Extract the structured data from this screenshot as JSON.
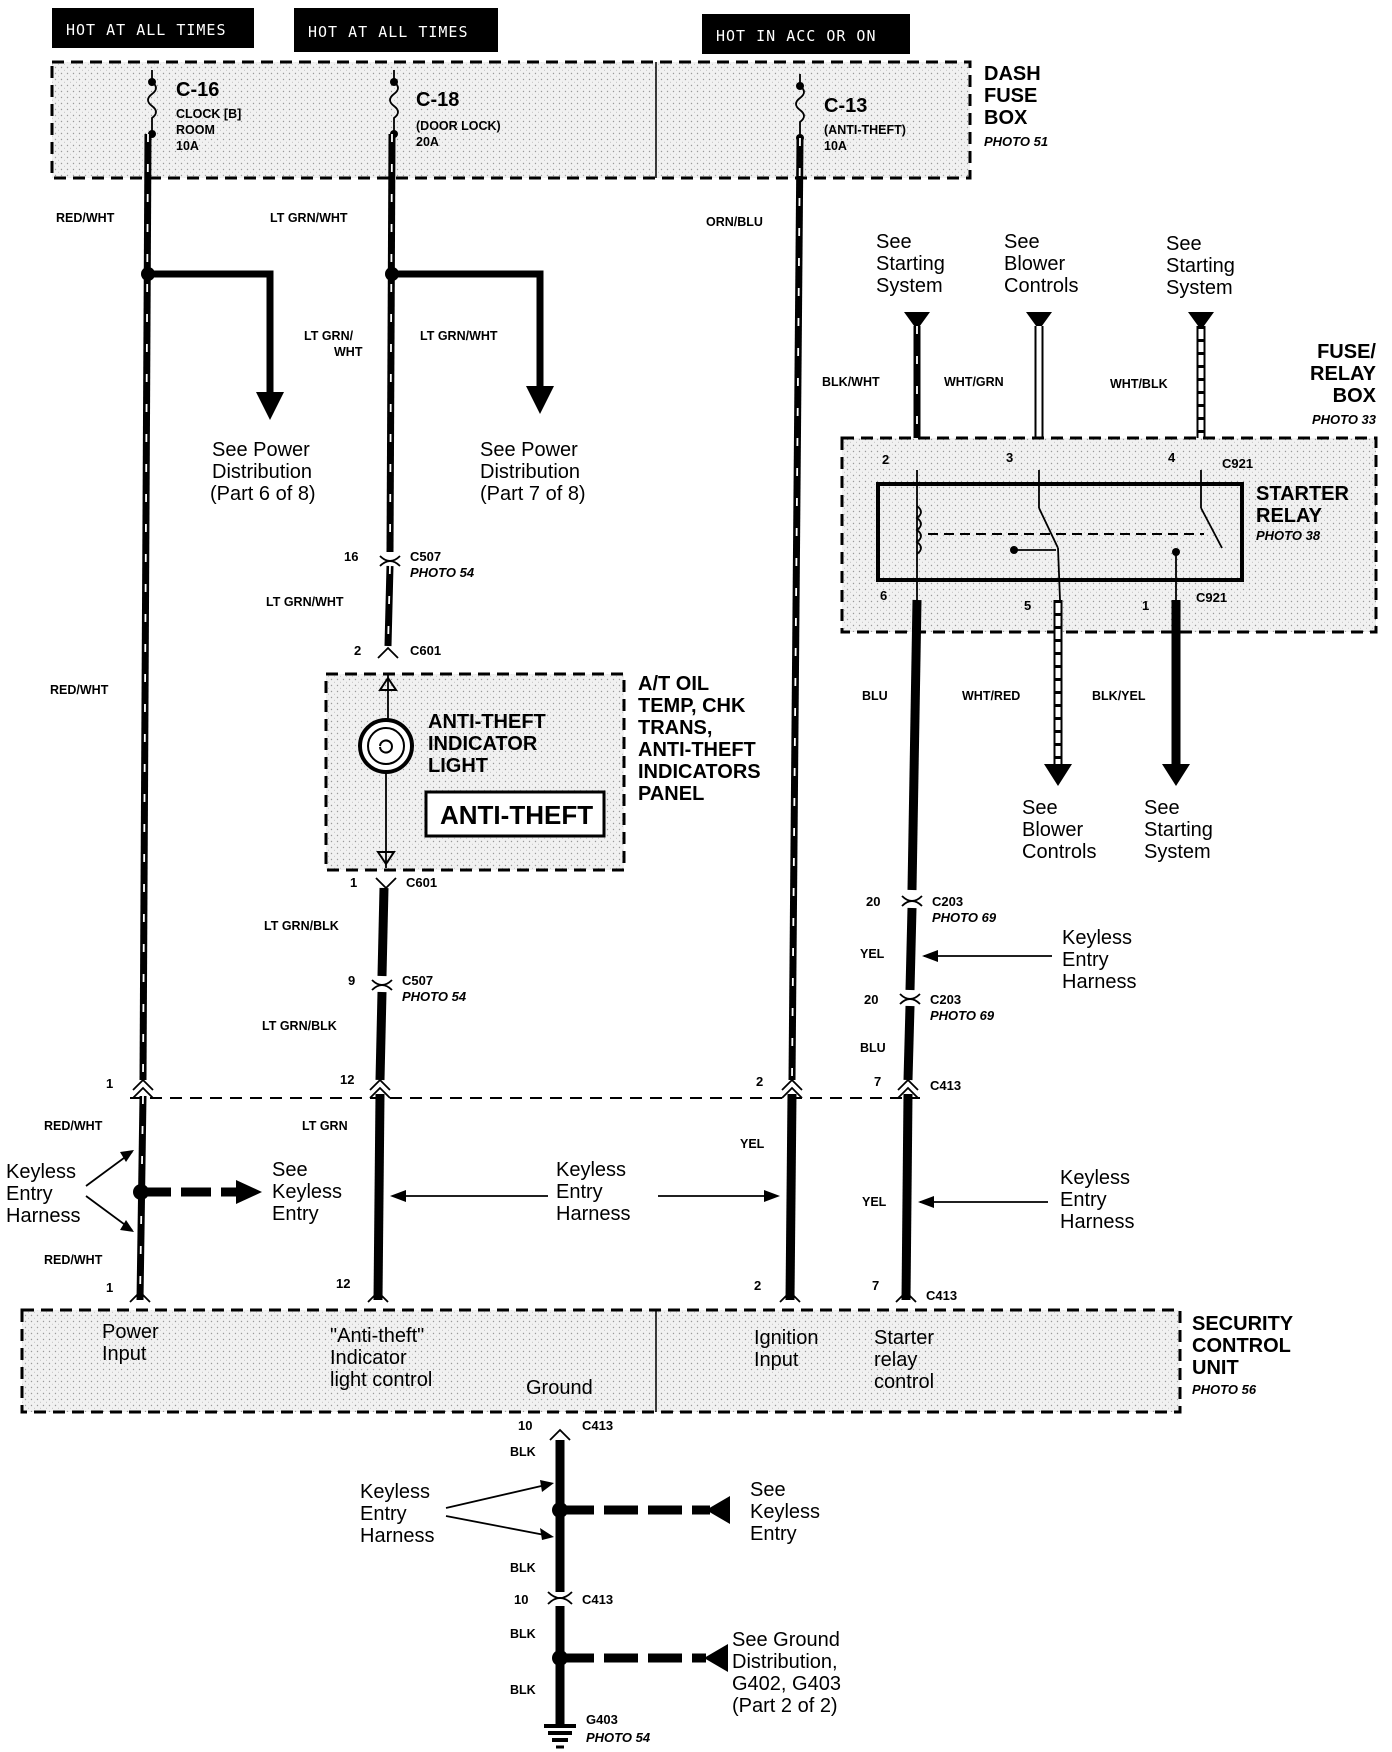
{
  "headers": {
    "h1": "HOT AT ALL TIMES",
    "h2": "HOT AT ALL TIMES",
    "h3": "HOT IN ACC OR ON"
  },
  "dash_fuse_box": {
    "title_l1": "DASH",
    "title_l2": "FUSE",
    "title_l3": "BOX",
    "photo": "PHOTO 51",
    "fuse1": {
      "id": "C-16",
      "l1": "CLOCK [B]",
      "l2": "ROOM",
      "l3": "10A"
    },
    "fuse2": {
      "id": "C-18",
      "l1": "(DOOR LOCK)",
      "l2": "20A"
    },
    "fuse3": {
      "id": "C-13",
      "l1": "(ANTI-THEFT)",
      "l2": "10A"
    }
  },
  "wires": {
    "red_wht": "RED/WHT",
    "lt_grn_wht": "LT GRN/WHT",
    "lt_grn_slash": "LT GRN/",
    "wht": "WHT",
    "orn_blu": "ORN/BLU",
    "blk_wht": "BLK/WHT",
    "wht_grn": "WHT/GRN",
    "wht_blk": "WHT/BLK",
    "blu": "BLU",
    "wht_red": "WHT/RED",
    "blk_yel": "BLK/YEL",
    "lt_grn_blk": "LT GRN/BLK",
    "yel": "YEL",
    "lt_grn": "LT GRN",
    "blk": "BLK"
  },
  "refs": {
    "see": "See",
    "starting": "Starting",
    "system": "System",
    "blower": "Blower",
    "controls": "Controls",
    "see_power": "See Power",
    "distribution": "Distribution",
    "part6": "(Part 6 of 8)",
    "part7": "(Part 7 of 8)",
    "keyless": "Keyless",
    "entry": "Entry",
    "harness": "Harness",
    "see_ground": "See Ground",
    "ground_dist": "Distribution,",
    "g402": "G402, G403",
    "part2": "(Part 2 of 2)"
  },
  "fuse_relay_box": {
    "l1": "FUSE/",
    "l2": "RELAY",
    "l3": "BOX",
    "photo": "PHOTO 33"
  },
  "starter_relay": {
    "l1": "STARTER",
    "l2": "RELAY",
    "photo": "PHOTO 38"
  },
  "indicator": {
    "l1": "ANTI-THEFT",
    "l2": "INDICATOR",
    "l3": "LIGHT",
    "badge": "ANTI-THEFT",
    "panel_l1": "A/T OIL",
    "panel_l2": "TEMP, CHK",
    "panel_l3": "TRANS,",
    "panel_l4": "ANTI-THEFT",
    "panel_l5": "INDICATORS",
    "panel_l6": "PANEL"
  },
  "connectors": {
    "c507": "C507",
    "c601": "C601",
    "c921": "C921",
    "c203": "C203",
    "c413": "C413",
    "g403": "G403",
    "photo54": "PHOTO 54",
    "photo69": "PHOTO 69"
  },
  "pins": {
    "p1": "1",
    "p2": "2",
    "p3": "3",
    "p4": "4",
    "p5": "5",
    "p6": "6",
    "p7": "7",
    "p9": "9",
    "p10": "10",
    "p12": "12",
    "p16": "16",
    "p20": "20"
  },
  "security_unit": {
    "title_l1": "SECURITY",
    "title_l2": "CONTROL",
    "title_l3": "UNIT",
    "photo": "PHOTO 56",
    "power_l1": "Power",
    "power_l2": "Input",
    "anti_l1": "\"Anti-theft\"",
    "anti_l2": "Indicator",
    "anti_l3": "light control",
    "ground": "Ground",
    "ign_l1": "Ignition",
    "ign_l2": "Input",
    "starter_l1": "Starter",
    "starter_l2": "relay",
    "starter_l3": "control"
  }
}
